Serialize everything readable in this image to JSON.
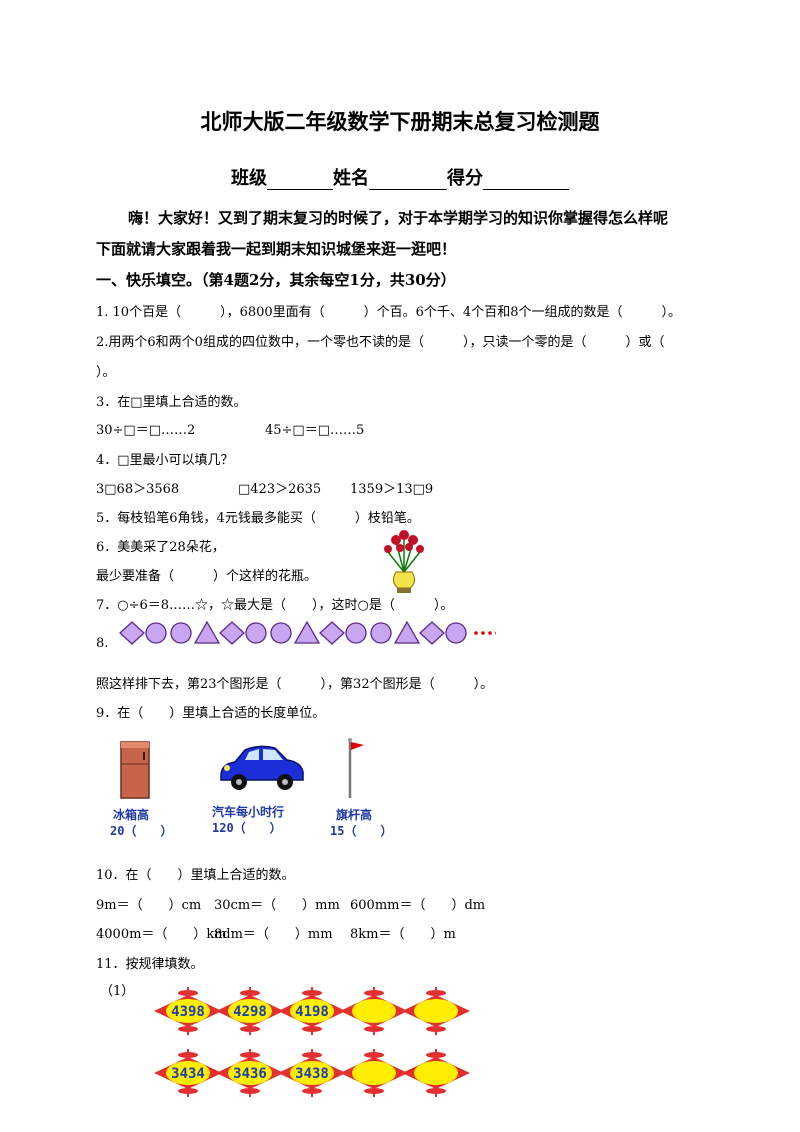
{
  "title": "北师大版二年级数学下册期末总复习检测题",
  "header": {
    "class_label": "班级",
    "name_label": "姓名",
    "score_label": "得分"
  },
  "intro": [
    "嗨！大家好！又到了期末复习的时候了，对于本学期学习的知识你掌握得怎么样呢",
    "下面就请大家跟着我一起到期末知识城堡来逛一逛吧！"
  ],
  "section1": "一、快乐填空。（第4题2分，其余每空1分，共30分）",
  "q1": "1. 10个百是（　　　），6800里面有（　　　）个百。6个千、4个百和8个一组成的数是（　　　）。",
  "q2a": "2.用两个6和两个0组成的四位数中，一个零也不读的是（　　　），只读一个零的是（　　　）或（",
  "q2b": "）。",
  "q3": "3．在□里填上合适的数。",
  "q3a": "30÷□＝□……2",
  "q3b": "45÷□＝□……5",
  "q4": "4．□里最小可以填几？",
  "q4a": "3□68＞3568",
  "q4b": "□423＞2635",
  "q4c": "1359＞13□9",
  "q5": "5．每枝铅笔6角钱，4元钱最多能买（　　　）枝铅笔。",
  "q6a": "6．美美采了28朵花，",
  "q6b": "最少要准备（　　　）个这样的花瓶。",
  "q7": "7．○÷6＝8……☆，☆最大是（　　），这时○是（　　　）。",
  "q8": "8.",
  "q8b": "照这样排下去，第23个图形是（　　　），第32个图形是（　　　）。",
  "q9": "9．在（　　）里填上合适的长度单位。",
  "q9_items": [
    {
      "label": "冰箱高",
      "value": "20（　　）"
    },
    {
      "label": "汽车每小时行",
      "value": "120（　　）"
    },
    {
      "label": "旗杆高",
      "value": "15（　　）"
    }
  ],
  "q10": "10．在（　　）里填上合适的数。",
  "q10_row1": [
    "9m＝（　　）cm",
    "30cm＝（　　）mm",
    "600mm＝（　　）dm"
  ],
  "q10_row2": [
    "4000m＝（　　）km",
    "8dm＝（　　）mm",
    "8km＝（　　）m"
  ],
  "q11": "11．按规律填数。",
  "q11_sub": "（1）",
  "q11_row1": [
    "4398",
    "4298",
    "4198",
    "",
    ""
  ],
  "q11_row2": [
    "3434",
    "3436",
    "3438",
    "",
    ""
  ],
  "colors": {
    "shape_fill": "#c9a6f0",
    "shape_stroke": "#5a2b8a",
    "dots": "#e00000",
    "lantern_red": "#e23030",
    "lantern_yellow": "#ffee00",
    "number_blue": "#1b3fae",
    "car_blue": "#1b2fd8"
  },
  "shape_sequence": [
    "diamond",
    "circle",
    "circle",
    "triangle",
    "diamond",
    "circle",
    "circle",
    "triangle",
    "diamond",
    "circle",
    "circle",
    "triangle",
    "diamond",
    "circle"
  ]
}
